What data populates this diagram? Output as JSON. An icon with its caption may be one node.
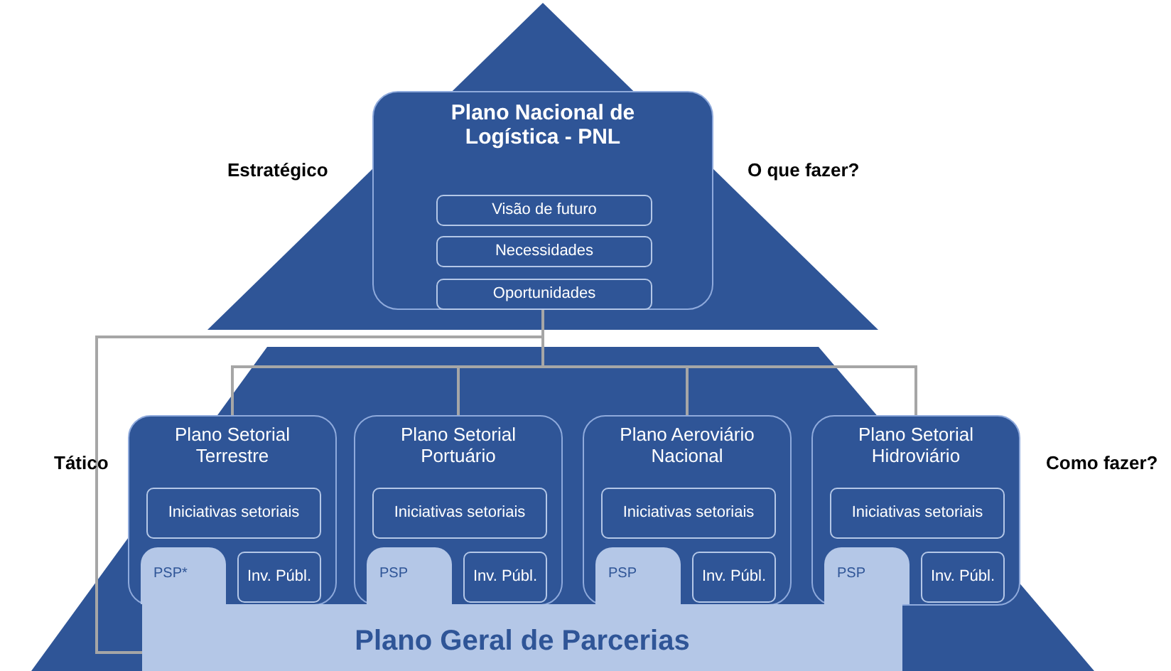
{
  "diagram": {
    "nodes": [
      {
        "text": [
          "Plano Nacional de Logística - PNL"
        ]
      },
      {
        "text": [
          "Visão de futuro"
        ],
        "in": 0
      },
      {
        "text": [
          "Necessidades"
        ],
        "in": 0
      },
      {
        "text": [
          "Oportunidades"
        ],
        "in": 0
      },
      {
        "text": [
          "Plano Setorial Terrestre"
        ]
      },
      {
        "text": [
          "Iniciativas setoriais"
        ],
        "in": 4
      },
      {
        "text": [
          "PSP*"
        ],
        "in": 4
      },
      {
        "text": [
          "Inv. Públ."
        ],
        "in": 4
      },
      {
        "text": [
          "Plano Setorial Portuário"
        ]
      },
      {
        "text": [
          "Iniciativas setoriais"
        ],
        "in": 8
      },
      {
        "text": [
          "PSP"
        ],
        "in": 8
      },
      {
        "text": [
          "Inv. Públ."
        ],
        "in": 8
      },
      {
        "text": [
          "Plano Aeroviário Nacional"
        ]
      },
      {
        "text": [
          "Iniciativas setoriais"
        ],
        "in": 12
      },
      {
        "text": [
          "PSP"
        ],
        "in": 12
      },
      {
        "text": [
          "Inv. Públ."
        ],
        "in": 12
      },
      {
        "text": [
          "Plano Setorial Hidroviário"
        ]
      },
      {
        "text": [
          "Iniciativas setoriais"
        ],
        "in": 16
      },
      {
        "text": [
          "PSP"
        ],
        "in": 16
      },
      {
        "text": [
          "Inv. Públ."
        ],
        "in": 16
      },
      {
        "text": [
          "Plano Geral de Parcerias"
        ]
      }
    ],
    "edges": [
      {
        "from": 0,
        "to": 4,
        "arrow": "none"
      },
      {
        "from": 0,
        "to": 8,
        "arrow": "none"
      },
      {
        "from": 0,
        "to": 12,
        "arrow": "none"
      },
      {
        "from": 0,
        "to": 16,
        "arrow": "none"
      },
      {
        "from": 0,
        "to": 20,
        "arrow": "none"
      }
    ],
    "labels": [
      "Estratégico",
      "O que fazer?",
      "Tático",
      "Como fazer?"
    ]
  }
}
